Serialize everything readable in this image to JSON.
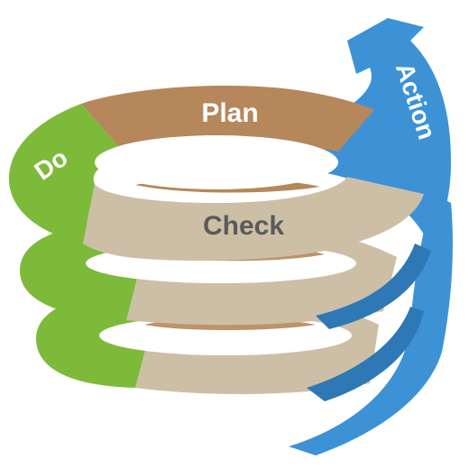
{
  "diagram": {
    "labels": {
      "plan": "Plan",
      "do": "Do",
      "check": "Check",
      "action": "Action"
    },
    "colors": {
      "plan": "#B5875A",
      "do": "#7DBA3A",
      "check": "#CDBFA6",
      "action": "#3D92D6",
      "do_dark": "#5E9F2C",
      "check_dark": "#B9A98E",
      "action_dark": "#2F78B6",
      "label_light": "#FFFFFF",
      "label_dark": "#5A5A5A"
    }
  }
}
